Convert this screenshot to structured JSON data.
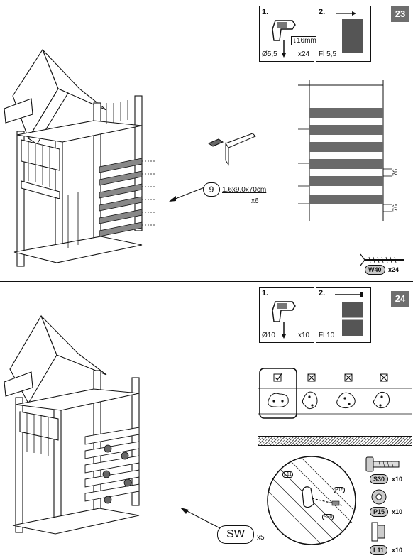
{
  "step23": {
    "number": "23",
    "drill_box": {
      "index": "1.",
      "diameter": "Ø5,5",
      "count": "x24",
      "depth": "↓16mm"
    },
    "fl_box": {
      "index": "2.",
      "label": "Fl 5,5"
    },
    "board_callout": {
      "part": "9",
      "size": "1,6x9,0x70cm",
      "qty": "x6"
    },
    "spacing": [
      "76",
      "76"
    ],
    "screw": {
      "code": "W40",
      "qty": "x24"
    }
  },
  "step24": {
    "number": "24",
    "drill_box": {
      "index": "1.",
      "diameter": "Ø10",
      "count": "x10"
    },
    "fl_box": {
      "index": "2.",
      "label": "Fl 10"
    },
    "callout": {
      "label": "SW",
      "qty": "x5"
    },
    "parts": [
      {
        "code": "S30",
        "qty": "x10"
      },
      {
        "code": "P15",
        "qty": "x10"
      },
      {
        "code": "L11",
        "qty": "x10"
      }
    ],
    "detail_labels": [
      "L11",
      "P15",
      "S30"
    ]
  }
}
